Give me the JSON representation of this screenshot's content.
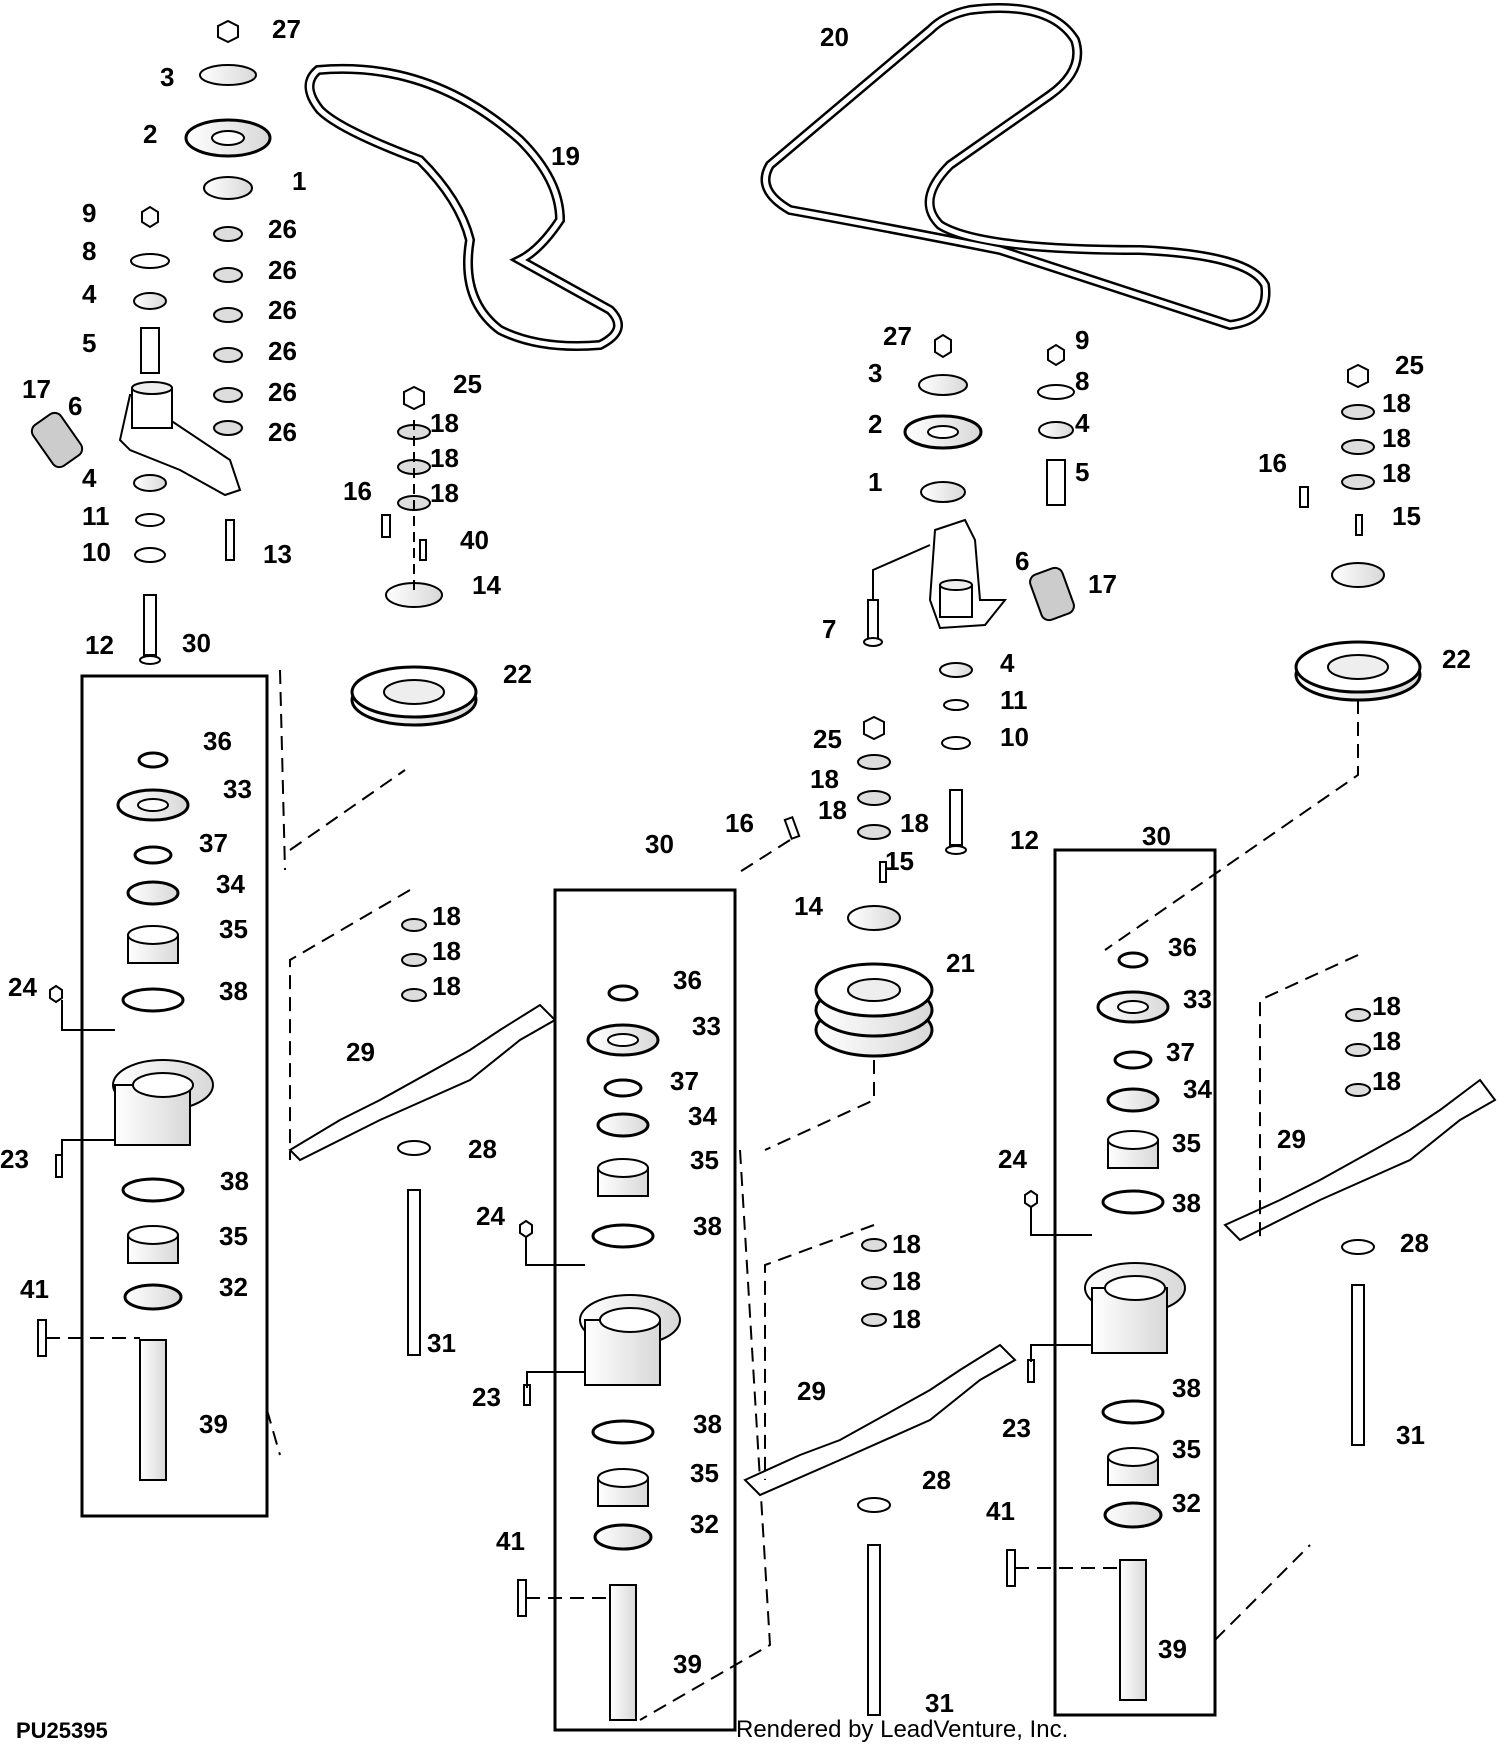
{
  "figure_id": "PU25395",
  "credit": "Rendered by LeadVenture, Inc.",
  "callouts": [
    {
      "n": "27"
    },
    {
      "n": "3"
    },
    {
      "n": "2"
    },
    {
      "n": "1"
    },
    {
      "n": "26"
    },
    {
      "n": "26"
    },
    {
      "n": "26"
    },
    {
      "n": "26"
    },
    {
      "n": "26"
    },
    {
      "n": "26"
    },
    {
      "n": "9"
    },
    {
      "n": "8"
    },
    {
      "n": "4"
    },
    {
      "n": "5"
    },
    {
      "n": "17"
    },
    {
      "n": "6"
    },
    {
      "n": "4"
    },
    {
      "n": "11"
    },
    {
      "n": "10"
    },
    {
      "n": "13"
    },
    {
      "n": "12"
    },
    {
      "n": "19"
    },
    {
      "n": "25"
    },
    {
      "n": "18"
    },
    {
      "n": "18"
    },
    {
      "n": "18"
    },
    {
      "n": "16"
    },
    {
      "n": "40"
    },
    {
      "n": "14"
    },
    {
      "n": "22"
    },
    {
      "n": "30"
    },
    {
      "n": "36"
    },
    {
      "n": "33"
    },
    {
      "n": "37"
    },
    {
      "n": "34"
    },
    {
      "n": "35"
    },
    {
      "n": "38"
    },
    {
      "n": "24"
    },
    {
      "n": "23"
    },
    {
      "n": "38"
    },
    {
      "n": "35"
    },
    {
      "n": "32"
    },
    {
      "n": "41"
    },
    {
      "n": "39"
    },
    {
      "n": "18"
    },
    {
      "n": "18"
    },
    {
      "n": "18"
    },
    {
      "n": "29"
    },
    {
      "n": "28"
    },
    {
      "n": "31"
    },
    {
      "n": "20"
    },
    {
      "n": "27"
    },
    {
      "n": "3"
    },
    {
      "n": "2"
    },
    {
      "n": "1"
    },
    {
      "n": "9"
    },
    {
      "n": "8"
    },
    {
      "n": "4"
    },
    {
      "n": "5"
    },
    {
      "n": "6"
    },
    {
      "n": "17"
    },
    {
      "n": "7"
    },
    {
      "n": "4"
    },
    {
      "n": "11"
    },
    {
      "n": "10"
    },
    {
      "n": "12"
    },
    {
      "n": "25"
    },
    {
      "n": "18"
    },
    {
      "n": "18"
    },
    {
      "n": "18"
    },
    {
      "n": "16"
    },
    {
      "n": "15"
    },
    {
      "n": "22"
    },
    {
      "n": "25"
    },
    {
      "n": "18"
    },
    {
      "n": "18"
    },
    {
      "n": "18"
    },
    {
      "n": "16"
    },
    {
      "n": "15"
    },
    {
      "n": "14"
    },
    {
      "n": "21"
    },
    {
      "n": "30"
    },
    {
      "n": "36"
    },
    {
      "n": "33"
    },
    {
      "n": "37"
    },
    {
      "n": "34"
    },
    {
      "n": "35"
    },
    {
      "n": "38"
    },
    {
      "n": "24"
    },
    {
      "n": "23"
    },
    {
      "n": "38"
    },
    {
      "n": "35"
    },
    {
      "n": "32"
    },
    {
      "n": "41"
    },
    {
      "n": "39"
    },
    {
      "n": "18"
    },
    {
      "n": "18"
    },
    {
      "n": "18"
    },
    {
      "n": "29"
    },
    {
      "n": "28"
    },
    {
      "n": "31"
    },
    {
      "n": "30"
    },
    {
      "n": "36"
    },
    {
      "n": "33"
    },
    {
      "n": "37"
    },
    {
      "n": "34"
    },
    {
      "n": "35"
    },
    {
      "n": "38"
    },
    {
      "n": "24"
    },
    {
      "n": "23"
    },
    {
      "n": "38"
    },
    {
      "n": "35"
    },
    {
      "n": "32"
    },
    {
      "n": "41"
    },
    {
      "n": "39"
    },
    {
      "n": "18"
    },
    {
      "n": "18"
    },
    {
      "n": "18"
    },
    {
      "n": "29"
    },
    {
      "n": "28"
    },
    {
      "n": "31"
    }
  ]
}
